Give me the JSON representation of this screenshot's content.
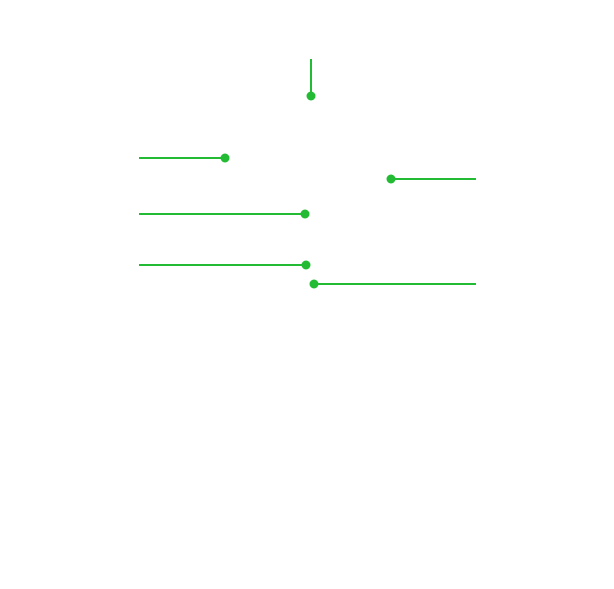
{
  "diagram": {
    "line_color": "#22bb33",
    "background_color": "#ffffff",
    "callouts": [
      {
        "id": "top",
        "direction": "up",
        "label": ""
      },
      {
        "id": "left-1",
        "direction": "left",
        "label": ""
      },
      {
        "id": "right-1",
        "direction": "right",
        "label": ""
      },
      {
        "id": "left-2",
        "direction": "left",
        "label": ""
      },
      {
        "id": "left-3",
        "direction": "left",
        "label": ""
      },
      {
        "id": "right-2",
        "direction": "right",
        "label": ""
      }
    ]
  }
}
